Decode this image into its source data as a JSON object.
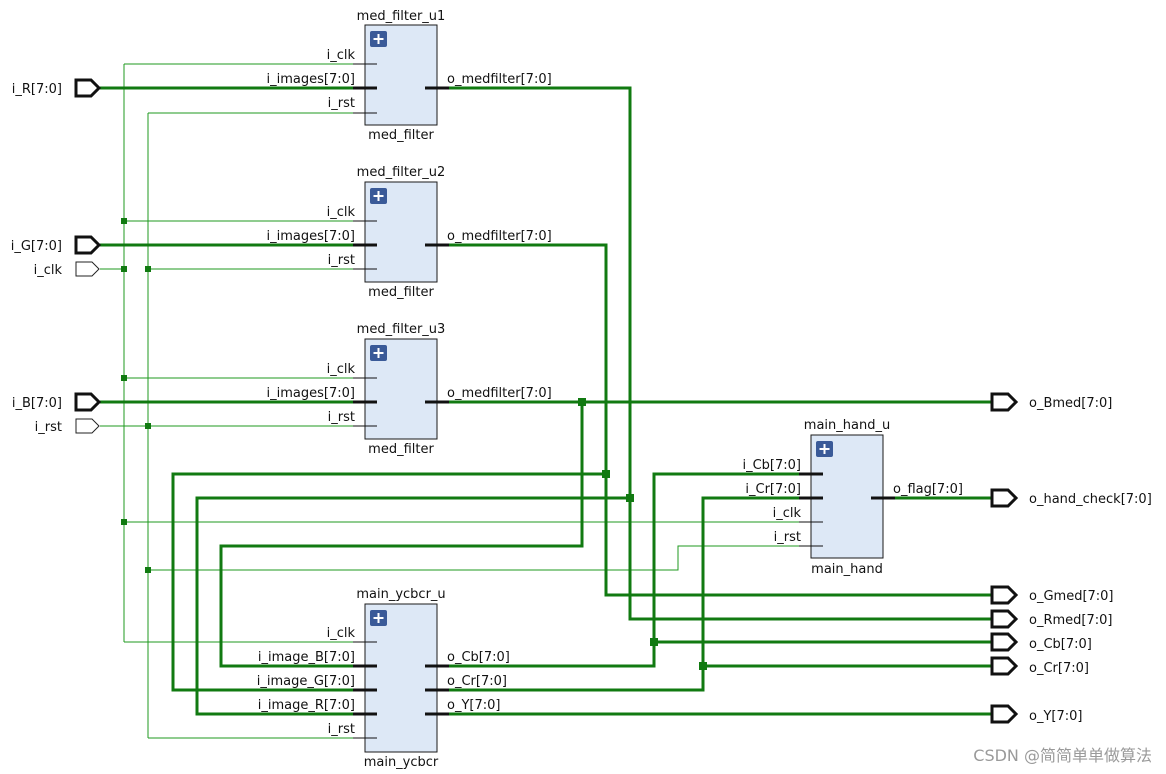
{
  "diagram": {
    "blocks": [
      {
        "id": "med_filter_u1",
        "instance": "med_filter_u1",
        "module": "med_filter",
        "inputs": [
          "i_clk",
          "i_images[7:0]",
          "i_rst"
        ],
        "outputs": [
          "o_medfilter[7:0]"
        ]
      },
      {
        "id": "med_filter_u2",
        "instance": "med_filter_u2",
        "module": "med_filter",
        "inputs": [
          "i_clk",
          "i_images[7:0]",
          "i_rst"
        ],
        "outputs": [
          "o_medfilter[7:0]"
        ]
      },
      {
        "id": "med_filter_u3",
        "instance": "med_filter_u3",
        "module": "med_filter",
        "inputs": [
          "i_clk",
          "i_images[7:0]",
          "i_rst"
        ],
        "outputs": [
          "o_medfilter[7:0]"
        ]
      },
      {
        "id": "main_hand_u",
        "instance": "main_hand_u",
        "module": "main_hand",
        "inputs": [
          "i_Cb[7:0]",
          "i_Cr[7:0]",
          "i_clk",
          "i_rst"
        ],
        "outputs": [
          "o_flag[7:0]"
        ]
      },
      {
        "id": "main_ycbcr_u",
        "instance": "main_ycbcr_u",
        "module": "main_ycbcr",
        "inputs": [
          "i_clk",
          "i_image_B[7:0]",
          "i_image_G[7:0]",
          "i_image_R[7:0]",
          "i_rst"
        ],
        "outputs": [
          "o_Cb[7:0]",
          "o_Cr[7:0]",
          "o_Y[7:0]"
        ]
      }
    ],
    "input_ports": [
      "i_R[7:0]",
      "i_G[7:0]",
      "i_clk",
      "i_B[7:0]",
      "i_rst"
    ],
    "output_ports": [
      "o_Bmed[7:0]",
      "o_hand_check[7:0]",
      "o_Gmed[7:0]",
      "o_Rmed[7:0]",
      "o_Cb[7:0]",
      "o_Cr[7:0]",
      "o_Y[7:0]"
    ],
    "connections": [
      {
        "from": "i_R[7:0]",
        "to": "med_filter_u1.i_images[7:0]"
      },
      {
        "from": "i_G[7:0]",
        "to": "med_filter_u2.i_images[7:0]"
      },
      {
        "from": "i_B[7:0]",
        "to": "med_filter_u3.i_images[7:0]"
      },
      {
        "from": "i_clk",
        "to": [
          "med_filter_u1.i_clk",
          "med_filter_u2.i_clk",
          "med_filter_u3.i_clk",
          "main_hand_u.i_clk",
          "main_ycbcr_u.i_clk"
        ]
      },
      {
        "from": "i_rst",
        "to": [
          "med_filter_u1.i_rst",
          "med_filter_u2.i_rst",
          "med_filter_u3.i_rst",
          "main_hand_u.i_rst",
          "main_ycbcr_u.i_rst"
        ]
      },
      {
        "from": "med_filter_u1.o_medfilter[7:0]",
        "to": [
          "o_Rmed[7:0]",
          "main_ycbcr_u.i_image_R[7:0]"
        ]
      },
      {
        "from": "med_filter_u2.o_medfilter[7:0]",
        "to": [
          "o_Gmed[7:0]",
          "main_ycbcr_u.i_image_G[7:0]"
        ]
      },
      {
        "from": "med_filter_u3.o_medfilter[7:0]",
        "to": [
          "o_Bmed[7:0]",
          "main_ycbcr_u.i_image_B[7:0]"
        ]
      },
      {
        "from": "main_ycbcr_u.o_Cb[7:0]",
        "to": [
          "o_Cb[7:0]",
          "main_hand_u.i_Cb[7:0]"
        ]
      },
      {
        "from": "main_ycbcr_u.o_Cr[7:0]",
        "to": [
          "o_Cr[7:0]",
          "main_hand_u.i_Cr[7:0]"
        ]
      },
      {
        "from": "main_ycbcr_u.o_Y[7:0]",
        "to": "o_Y[7:0]"
      },
      {
        "from": "main_hand_u.o_flag[7:0]",
        "to": "o_hand_check[7:0]"
      }
    ]
  },
  "icons": {
    "expand": "plus-square-icon",
    "port": "port-arrow-icon"
  },
  "colors": {
    "bus_wire": "#117a11",
    "net_wire": "#1f9a1f",
    "block_fill": "#dde8f6",
    "expand_icon": "#3a5a98"
  },
  "watermark": "CSDN @简简单单做算法"
}
